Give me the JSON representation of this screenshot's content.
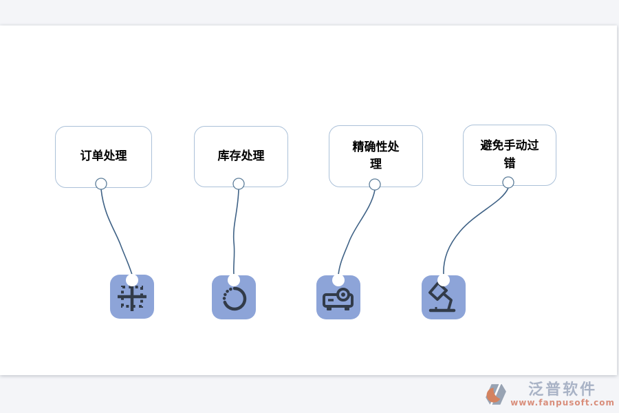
{
  "diagram": {
    "nodes": [
      {
        "label": "订单处理",
        "icon": "table-borders-icon"
      },
      {
        "label": "库存处理",
        "icon": "progress-circle-icon"
      },
      {
        "label": "精确性处\n理",
        "icon": "projector-icon"
      },
      {
        "label": "避免手动过\n错",
        "icon": "desk-lamp-icon"
      }
    ]
  },
  "colors": {
    "page_background": "#f4f5f8",
    "canvas_background": "#ffffff",
    "node_border": "#aac0d8",
    "node_text": "#000000",
    "connector_line": "#3e6185",
    "port_circle_stroke": "#5c7d99",
    "icon_tile_fill": "#8da4d8",
    "icon_glyph": "#323b49",
    "watermark_brand_color": "#a9b3c6",
    "watermark_url_color": "#d98e7b"
  },
  "watermark": {
    "brand": "泛普软件",
    "url": "www.fanpusoft.com",
    "logo": "fanpu-hexagon-logo-icon"
  }
}
